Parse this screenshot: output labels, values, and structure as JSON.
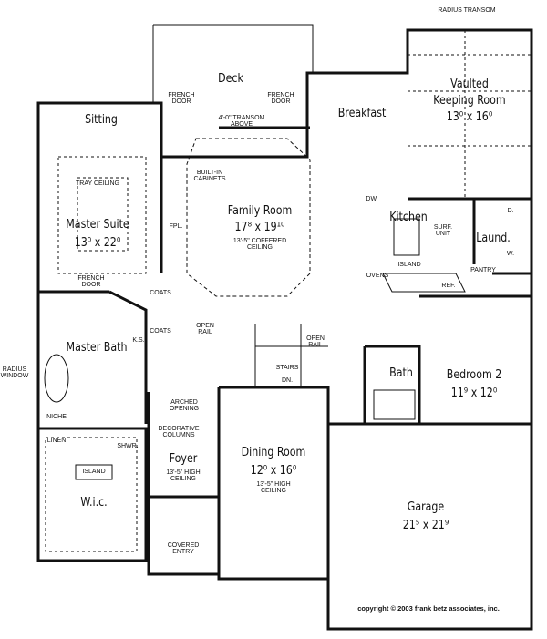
{
  "rooms": {
    "deck": {
      "name": "Deck"
    },
    "sitting": {
      "name": "Sitting"
    },
    "breakfast": {
      "name": "Breakfast"
    },
    "keeping": {
      "name1": "Vaulted",
      "name2": "Keeping Room",
      "dims": "13⁰ x 16⁰"
    },
    "master_suite": {
      "name": "Master Suite",
      "dims": "13⁰ x 22⁰",
      "note": "TRAY CEILING"
    },
    "family": {
      "name": "Family Room",
      "dims": "17⁸ x 19¹⁰",
      "note": "13'-5\" COFFERED CEILING"
    },
    "kitchen": {
      "name": "Kitchen"
    },
    "laundry": {
      "name": "Laund."
    },
    "master_bath": {
      "name": "Master Bath"
    },
    "bedroom2": {
      "name": "Bedroom 2",
      "dims": "11⁹ x 12⁰"
    },
    "bath": {
      "name": "Bath"
    },
    "foyer": {
      "name": "Foyer",
      "note": "13'-5\" HIGH CEILING"
    },
    "dining": {
      "name": "Dining Room",
      "dims": "12⁰ x 16⁰",
      "note": "13'-5\" HIGH CEILING"
    },
    "wic": {
      "name": "W.i.c."
    },
    "garage": {
      "name": "Garage",
      "dims": "21⁵ x 21⁹"
    }
  },
  "notes": {
    "radius_transom": "RADIUS TRANSOM",
    "french_door_1": "FRENCH DOOR",
    "french_door_2": "FRENCH DOOR",
    "french_door_3": "FRENCH DOOR",
    "transom_above": "4'-0\" TRANSOM ABOVE",
    "built_in": "BUILT-IN CABINETS",
    "fpl": "FPL.",
    "coats": "COATS",
    "dw": "DW.",
    "surf_unit": "SURF. UNIT",
    "island_kitchen": "ISLAND",
    "ovens": "OVENS",
    "pantry": "PANTRY",
    "ref": "REF.",
    "d": "D.",
    "w": "W.",
    "open_rail_1": "OPEN RAIL",
    "open_rail_2": "OPEN RAIL",
    "stairs": "STAIRS",
    "dn": "DN.",
    "ks": "K.S.",
    "radius_window": "RADIUS WINDOW",
    "niche": "NICHE",
    "linen": "LINEN",
    "shwr": "SHWR.",
    "arched_opening": "ARCHED OPENING",
    "decorative_columns": "DECORATIVE COLUMNS",
    "covered_entry": "COVERED ENTRY",
    "island_wic": "ISLAND"
  },
  "copyright": "copyright © 2003 frank betz associates, inc."
}
